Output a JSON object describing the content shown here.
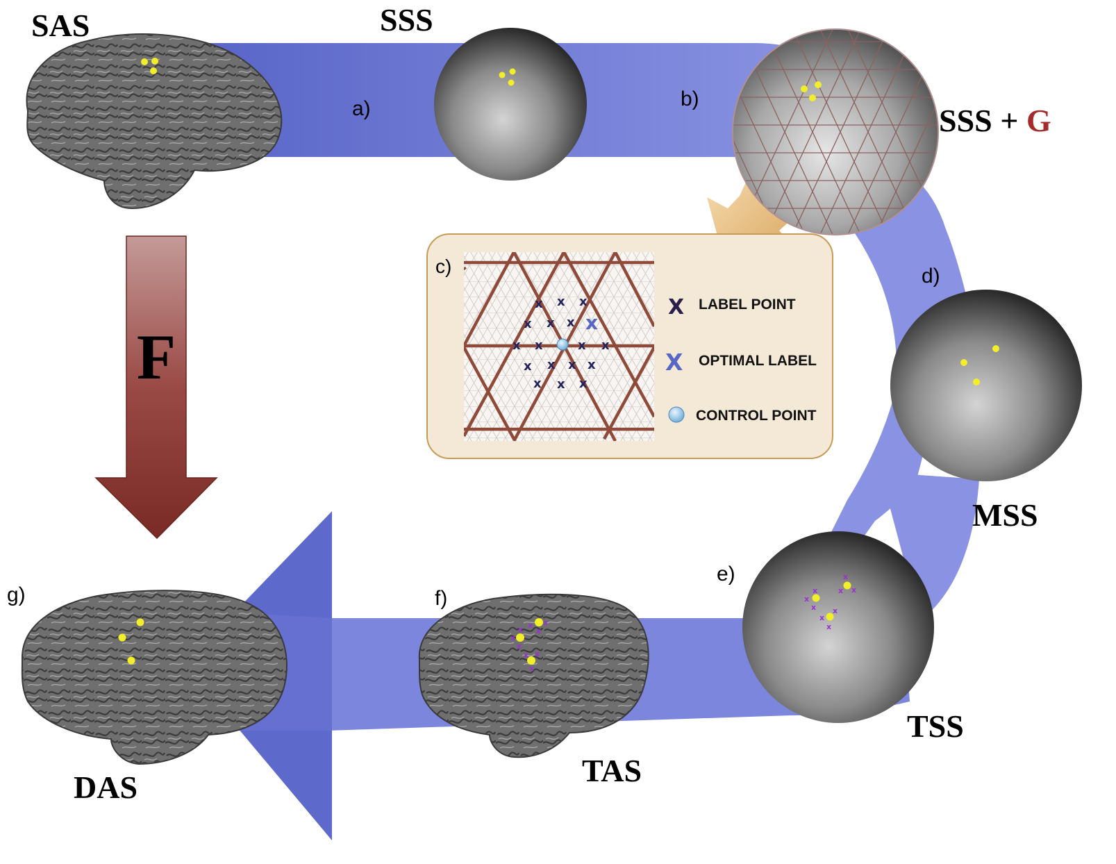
{
  "stages": {
    "sas": "SAS",
    "sss": "SSS",
    "sss_plus": "SSS + ",
    "g": "G",
    "mss": "MSS",
    "tss": "TSS",
    "tas": "TAS",
    "das": "DAS",
    "f": "F"
  },
  "steps": {
    "a": "a)",
    "b": "b)",
    "c": "c)",
    "d": "d)",
    "e": "e)",
    "f": "f)",
    "g": "g)"
  },
  "legend": {
    "label_point": "LABEL POINT",
    "optimal_label": "OPTIMAL LABEL",
    "control_point": "CONTROL POINT",
    "x_glyph": "X"
  },
  "colors": {
    "path_blue": "#7e88dd",
    "path_blue_dark": "#5b67c9",
    "arrow_red": "#8a3530",
    "g_red": "#a52a2a",
    "panel_bg": "#f3e9d6",
    "panel_border": "#c79a55",
    "point_yellow": "#f2ee2a",
    "label_purple": "#9b30d0"
  }
}
